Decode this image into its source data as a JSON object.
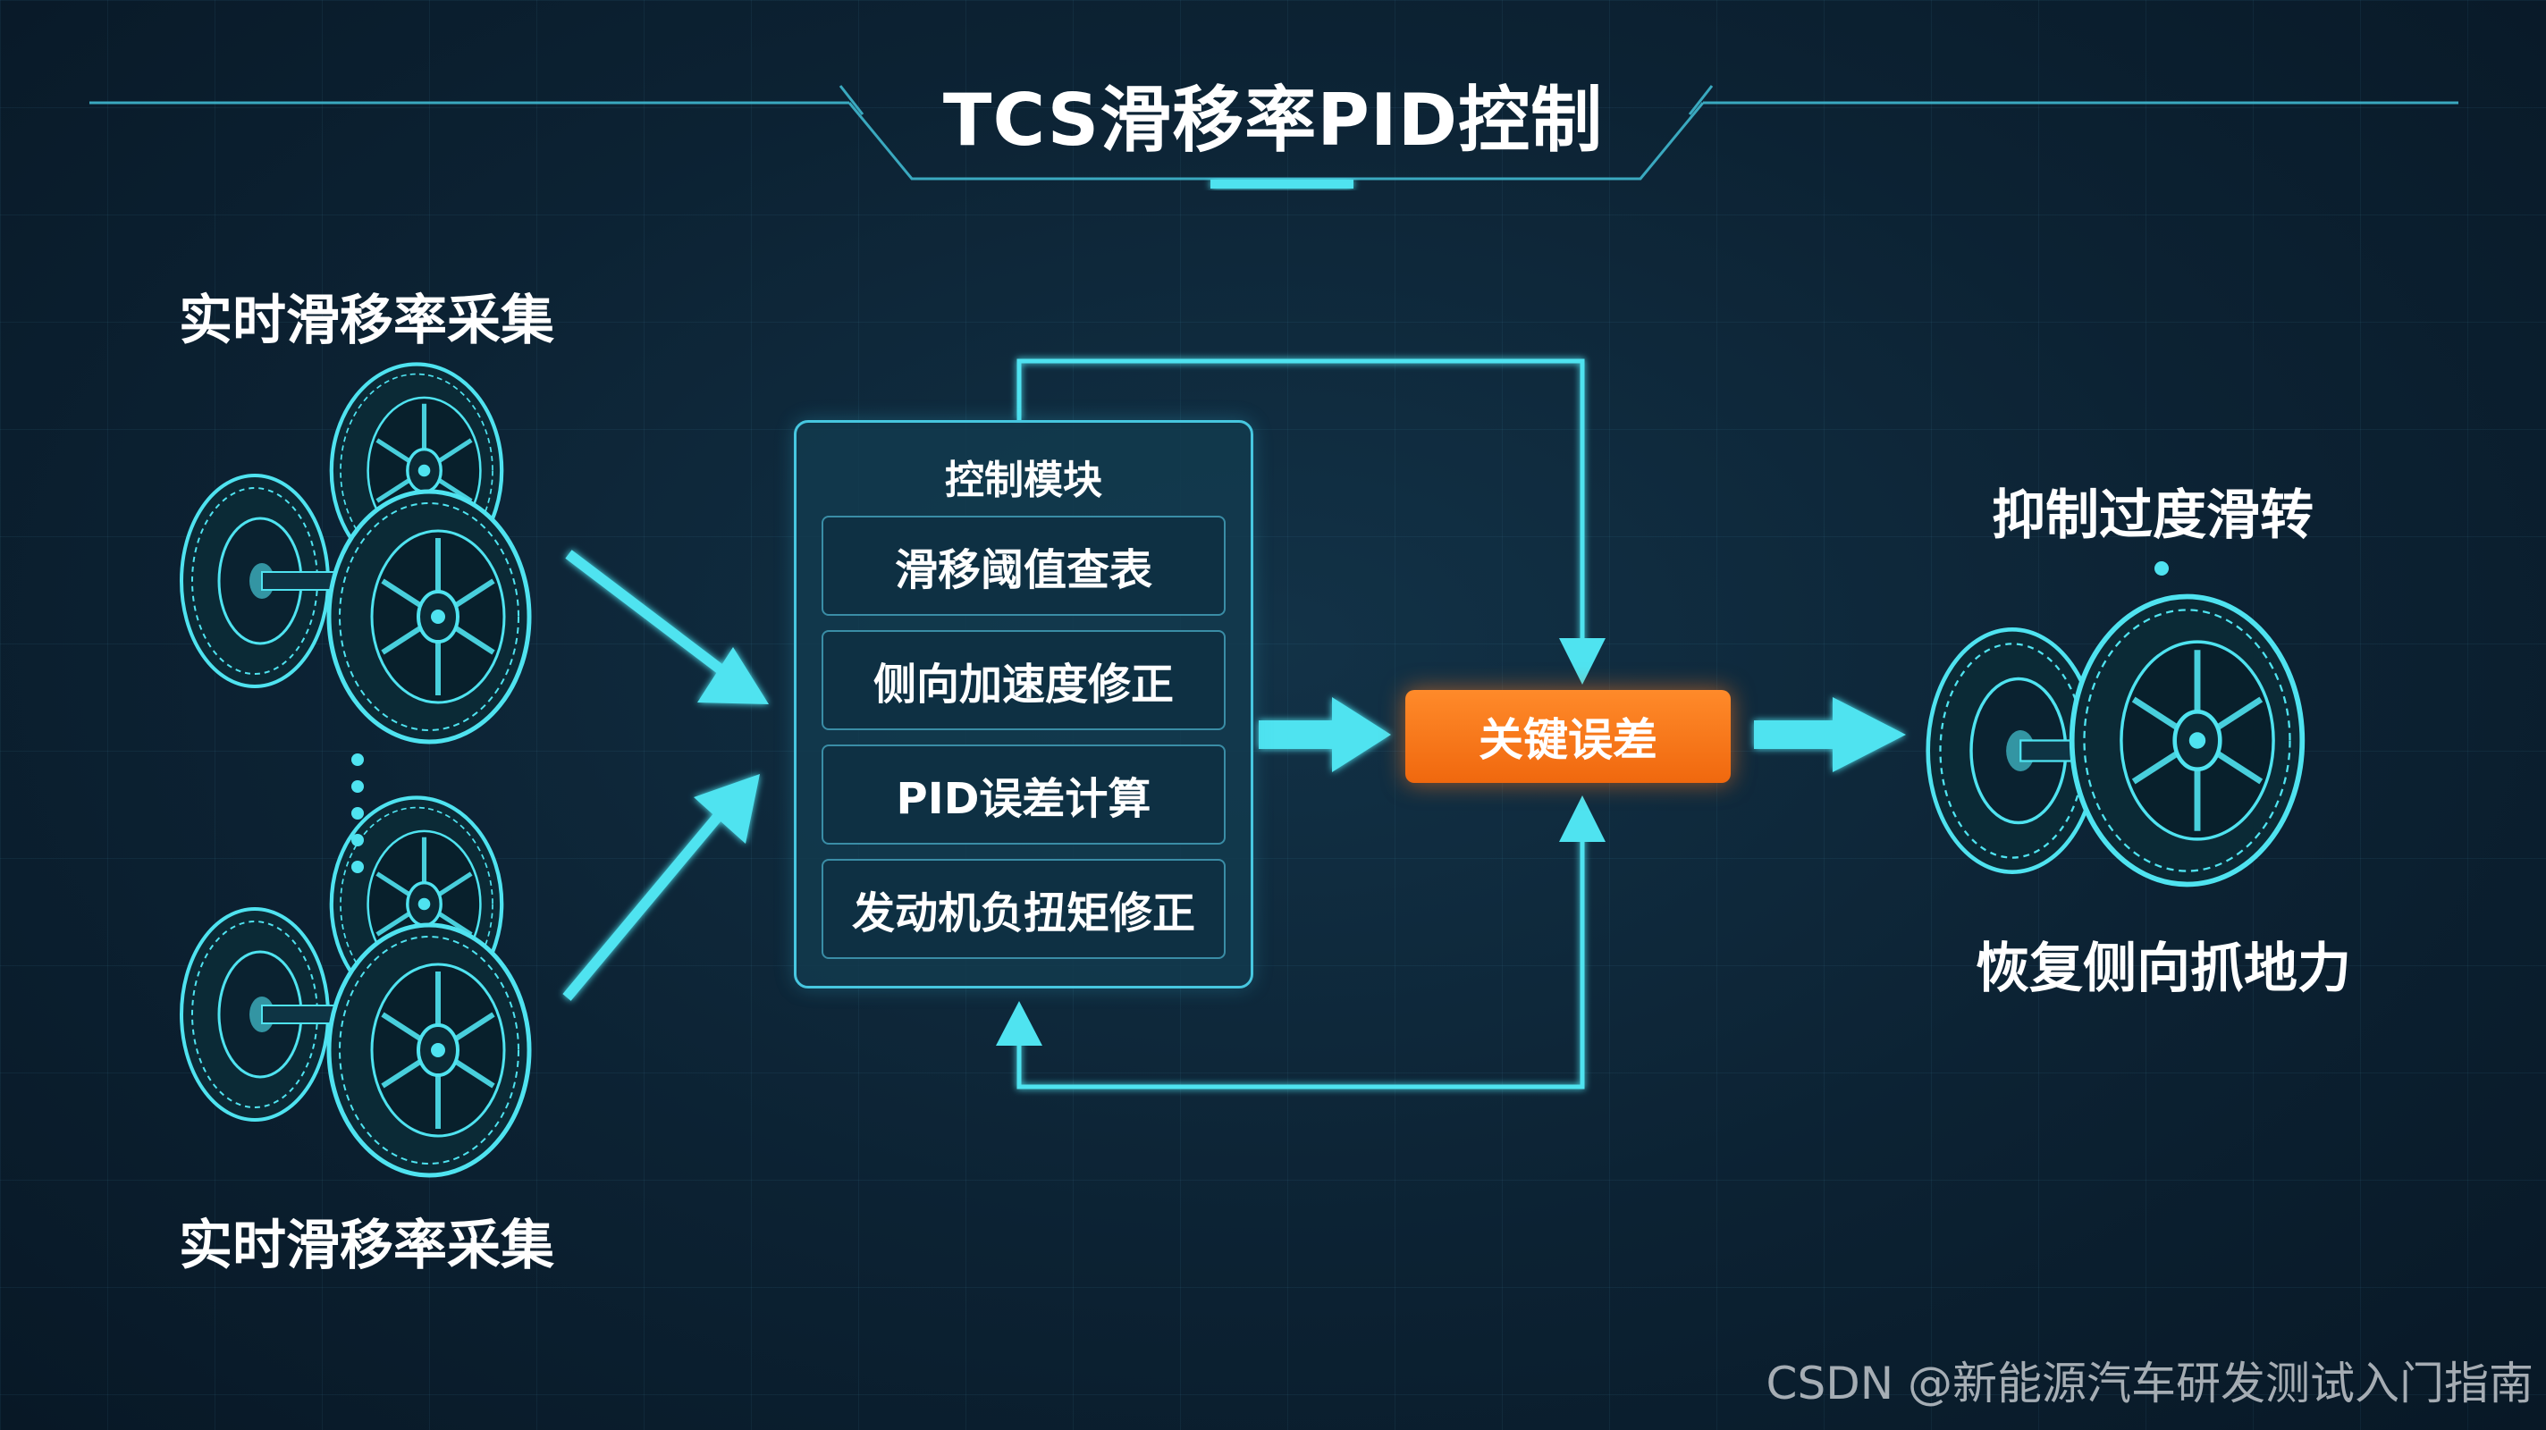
{
  "title": "TCS滑移率PID控制",
  "left": {
    "top_label": "实时滑移率采集",
    "bottom_label": "实时滑移率采集"
  },
  "control_module": {
    "title": "控制模块",
    "steps": [
      "滑移阈值查表",
      "侧向加速度修正",
      "PID误差计算",
      "发动机负扭矩修正"
    ]
  },
  "key_error": "关键误差",
  "right": {
    "top_label": "抑制过度滑转",
    "bottom_label": "恢复侧向抓地力"
  },
  "watermark": "CSDN @新能源汽车研发测试入门指南",
  "colors": {
    "accent": "#4fe3f0",
    "panel_border": "#47c7e0",
    "error_box": "#f57a1c",
    "background": "#0c2233"
  },
  "icons": [
    "tire-pair-icon",
    "tire-pair-icon",
    "tire-pair-icon"
  ]
}
